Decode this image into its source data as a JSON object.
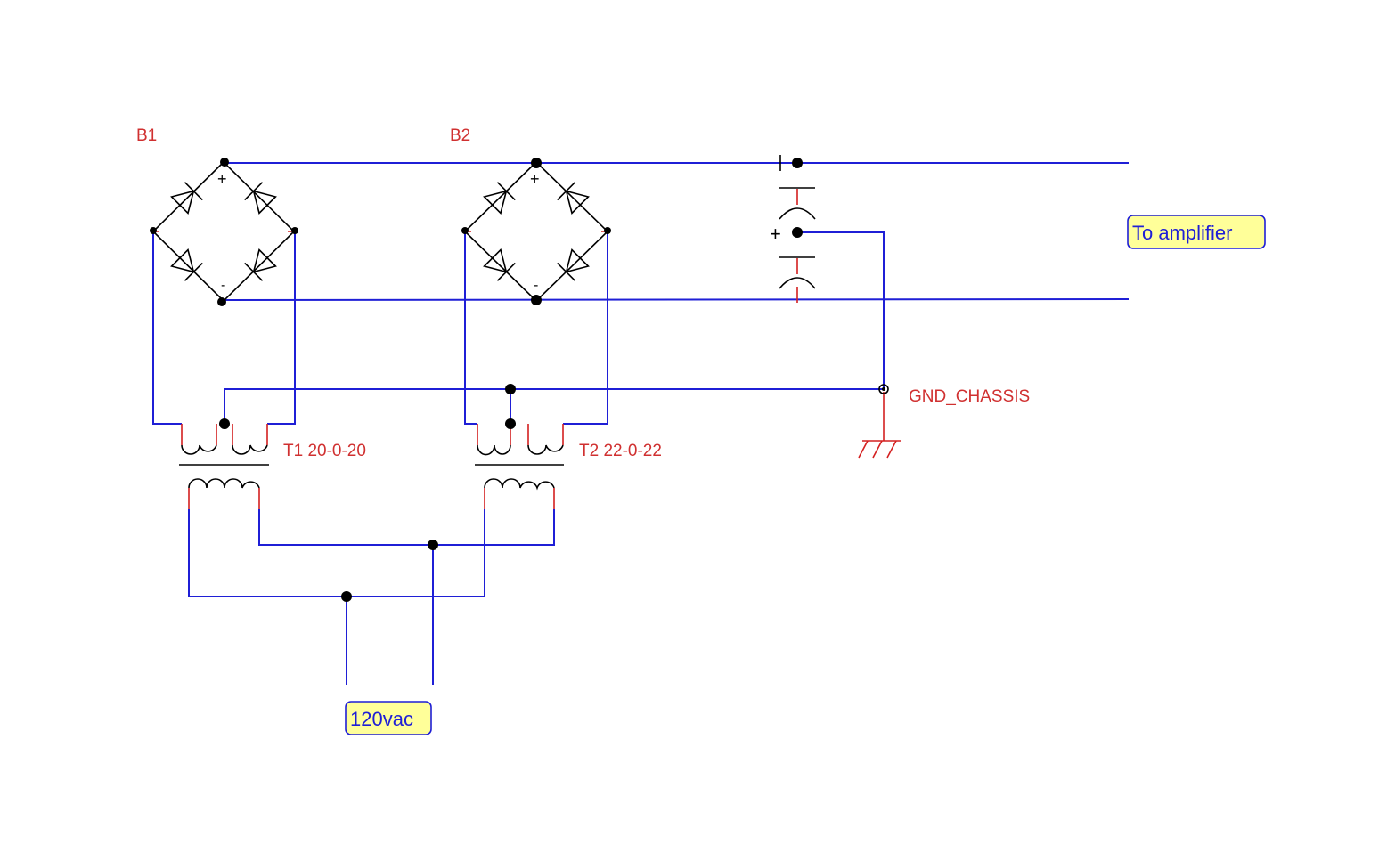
{
  "components": {
    "bridge1": {
      "ref": "B1"
    },
    "bridge2": {
      "ref": "B2"
    },
    "transformer1": {
      "ref": "T1 20-0-20"
    },
    "transformer2": {
      "ref": "T2 22-0-22"
    },
    "ground": {
      "ref": "GND_CHASSIS"
    }
  },
  "ports": {
    "output": "To amplifier",
    "input": "120vac"
  },
  "bridge_polarity": {
    "plus": "+",
    "minus": "-"
  },
  "capacitor_polarity": "+",
  "colors": {
    "wire": "#1f1fd6",
    "symbol": "#000000",
    "pin": "#d42020",
    "label": "#d03030",
    "flag_fill": "#ffff99"
  }
}
